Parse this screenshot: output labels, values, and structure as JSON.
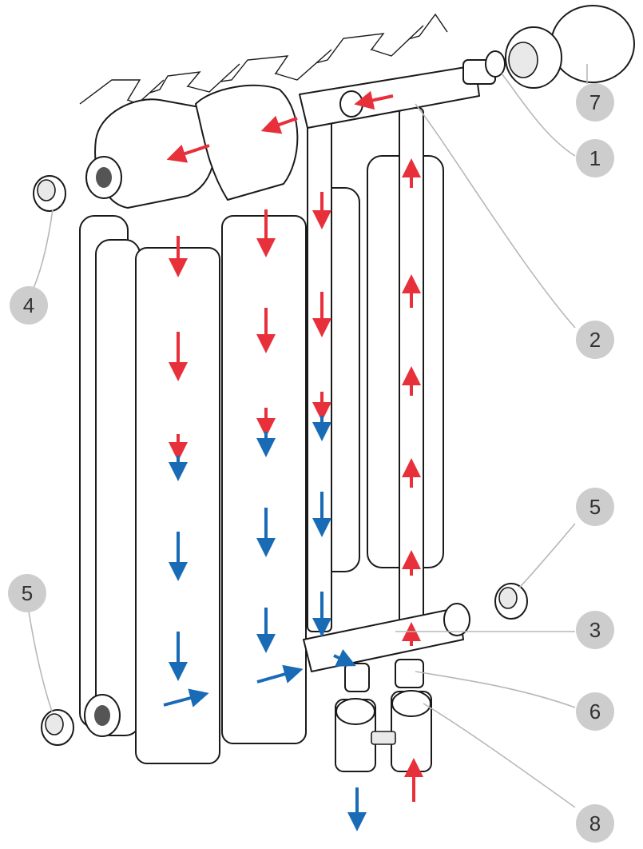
{
  "colors": {
    "hot_flow": "#e8303a",
    "cold_flow": "#1a6bb5",
    "callout_circle": "#cdcdcd",
    "outline": "#1a1a1a",
    "leader_line": "#b8b8b8"
  },
  "callouts": [
    {
      "id": "c7",
      "label": "7"
    },
    {
      "id": "c1",
      "label": "1"
    },
    {
      "id": "c4",
      "label": "4"
    },
    {
      "id": "c2",
      "label": "2"
    },
    {
      "id": "c5r",
      "label": "5"
    },
    {
      "id": "c5l",
      "label": "5"
    },
    {
      "id": "c3",
      "label": "3"
    },
    {
      "id": "c6",
      "label": "6"
    },
    {
      "id": "c8",
      "label": "8"
    }
  ]
}
